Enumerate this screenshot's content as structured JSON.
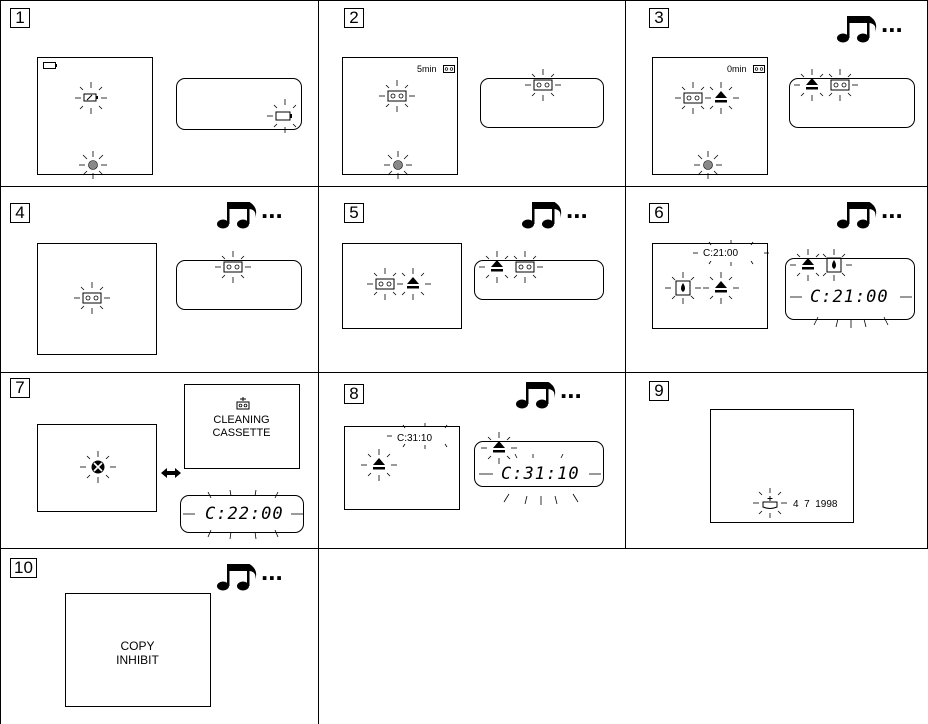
{
  "steps": [
    {
      "num": "1"
    },
    {
      "num": "2",
      "screen_text": "5min"
    },
    {
      "num": "3",
      "screen_text": "0min",
      "sound": "..."
    },
    {
      "num": "4",
      "sound": "..."
    },
    {
      "num": "5",
      "sound": "..."
    },
    {
      "num": "6",
      "screen_text": "C:21:00",
      "lcd_text": "C:21:00",
      "sound": "..."
    },
    {
      "num": "7",
      "screen_line1": "CLEANING",
      "screen_line2": "CASSETTE",
      "lcd_text": "C:22:00"
    },
    {
      "num": "8",
      "screen_text": "C:31:10",
      "lcd_text": "C:31:10",
      "sound": "..."
    },
    {
      "num": "9",
      "date": "4  7  1998"
    },
    {
      "num": "10",
      "screen_line1": "COPY",
      "screen_line2": "INHIBIT",
      "sound": "..."
    }
  ],
  "icons": {
    "tape": "cassette-icon",
    "eject": "eject-icon",
    "battery": "battery-icon",
    "lamp": "indicator-lamp-icon",
    "moisture": "moisture-icon",
    "dirty_head": "cleaning-warning-icon",
    "arrow": "double-arrow-icon",
    "music": "beep-notes-icon"
  }
}
